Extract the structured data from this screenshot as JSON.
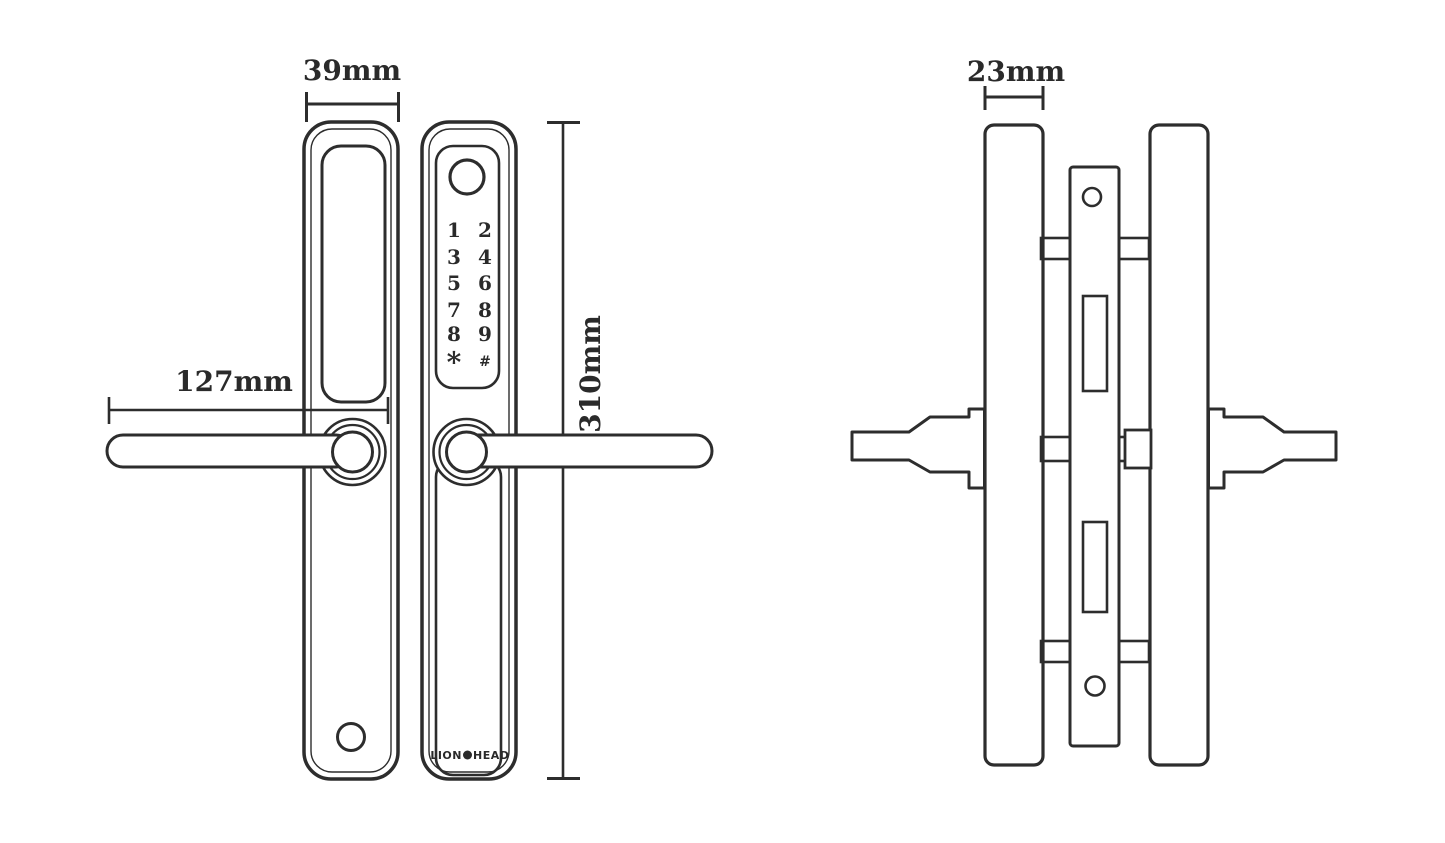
{
  "diagram": {
    "background_color": "#ffffff",
    "line_color": "#2d2d2d",
    "front_view": {
      "plate_width_dim": "39mm",
      "handle_length_dim": "127mm",
      "plate_height_dim": "310mm",
      "keypad": {
        "rows": [
          [
            "1",
            "2"
          ],
          [
            "3",
            "4"
          ],
          [
            "5",
            "6"
          ],
          [
            "7",
            "8"
          ],
          [
            "8",
            "9"
          ],
          [
            "*",
            "#"
          ]
        ]
      },
      "logo": {
        "left": "LION",
        "right": "HEAD"
      }
    },
    "side_view": {
      "plate_thickness_dim": "23mm"
    }
  }
}
